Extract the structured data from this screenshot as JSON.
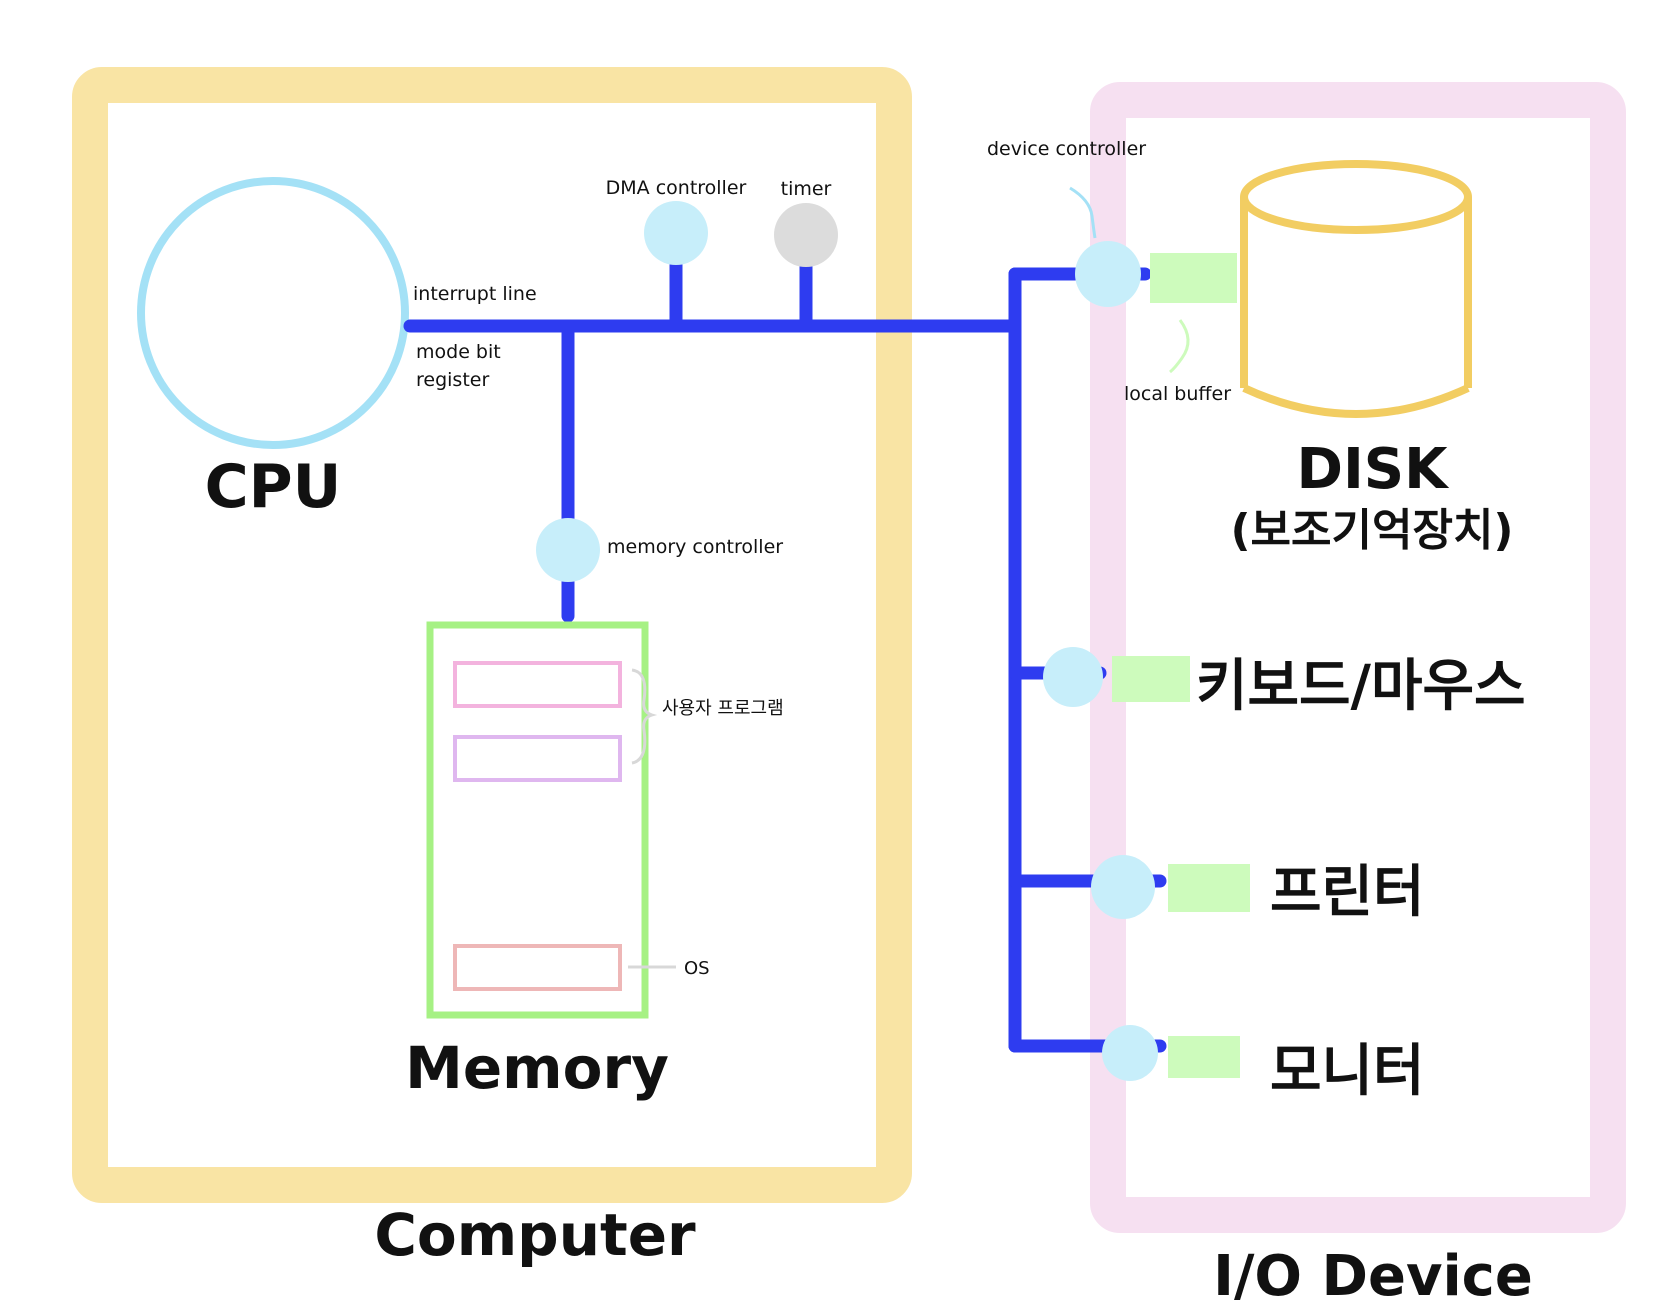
{
  "computer": {
    "title": "Computer",
    "cpu": {
      "label": "CPU",
      "interrupt_line": "interrupt line",
      "mode_bit_line1": "mode bit",
      "mode_bit_line2": "register"
    },
    "dma_controller": "DMA controller",
    "timer": "timer",
    "memory_controller": "memory controller",
    "memory": {
      "label": "Memory",
      "user_programs": "사용자 프로그램",
      "os": "OS"
    }
  },
  "io": {
    "title": "I/O Device",
    "device_controller": "device controller",
    "local_buffer": "local buffer",
    "disk_label": "DISK",
    "disk_sublabel": "(보조기억장치)",
    "keyboard_mouse": "키보드/마우스",
    "printer": "프린터",
    "monitor": "모니터"
  },
  "colors": {
    "computer_frame": "#f9e4a4",
    "io_frame": "#f6e0f1",
    "bus": "#2e3cf0",
    "cpu_ring": "#a4e1f6",
    "controller": "#c7eefa",
    "timer": "#dcdcdc",
    "buffer": "#cdfbbc",
    "memory_frame": "#a6f184",
    "disk": "#f2cd62",
    "user_prog_1": "#f3b3de",
    "user_prog_2": "#dfb7ef",
    "os_block": "#eeb7b7"
  }
}
